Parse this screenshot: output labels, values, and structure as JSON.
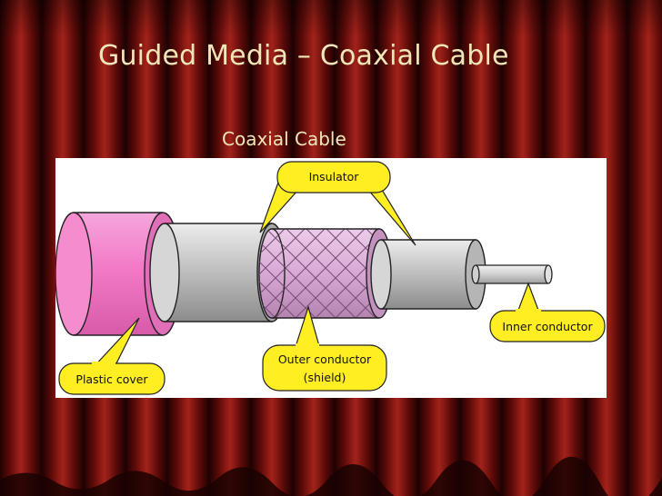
{
  "slide": {
    "title": "Guided Media – Coaxial Cable",
    "subtitle": "Coaxial Cable"
  },
  "diagram": {
    "labels": {
      "insulator": "Insulator",
      "inner_conductor": "Inner conductor",
      "outer_conductor_line1": "Outer conductor",
      "outer_conductor_line2": "(shield)",
      "plastic_cover": "Plastic cover"
    },
    "colors": {
      "plastic_cover": "#f27ac6",
      "insulator": "#c8c8c8",
      "shield": "#d9a8d4",
      "inner_conductor": "#d0d0d0",
      "callout": "#ffee22",
      "curtain_dark": "#1a0303",
      "curtain_red": "#8a1410",
      "title_text": "#f0e6b8"
    }
  }
}
